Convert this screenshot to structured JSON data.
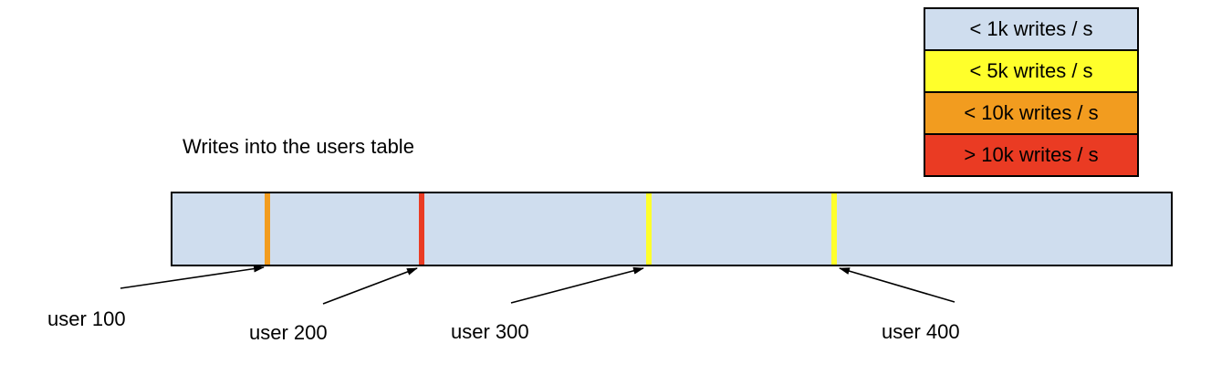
{
  "title": "Writes into the users table",
  "legend": {
    "items": [
      {
        "label": "< 1k writes / s",
        "color": "#cfddee"
      },
      {
        "label": "< 5k writes / s",
        "color": "#ffff2b"
      },
      {
        "label": "< 10k writes / s",
        "color": "#f29c1f"
      },
      {
        "label": "> 10k writes / s",
        "color": "#ea3b23"
      }
    ]
  },
  "bar": {
    "fill": "#cfddee"
  },
  "markers": [
    {
      "user": "user 100",
      "color": "#f29c1f"
    },
    {
      "user": "user 200",
      "color": "#ea3b23"
    },
    {
      "user": "user 300",
      "color": "#ffff2b"
    },
    {
      "user": "user 400",
      "color": "#ffff2b"
    }
  ]
}
